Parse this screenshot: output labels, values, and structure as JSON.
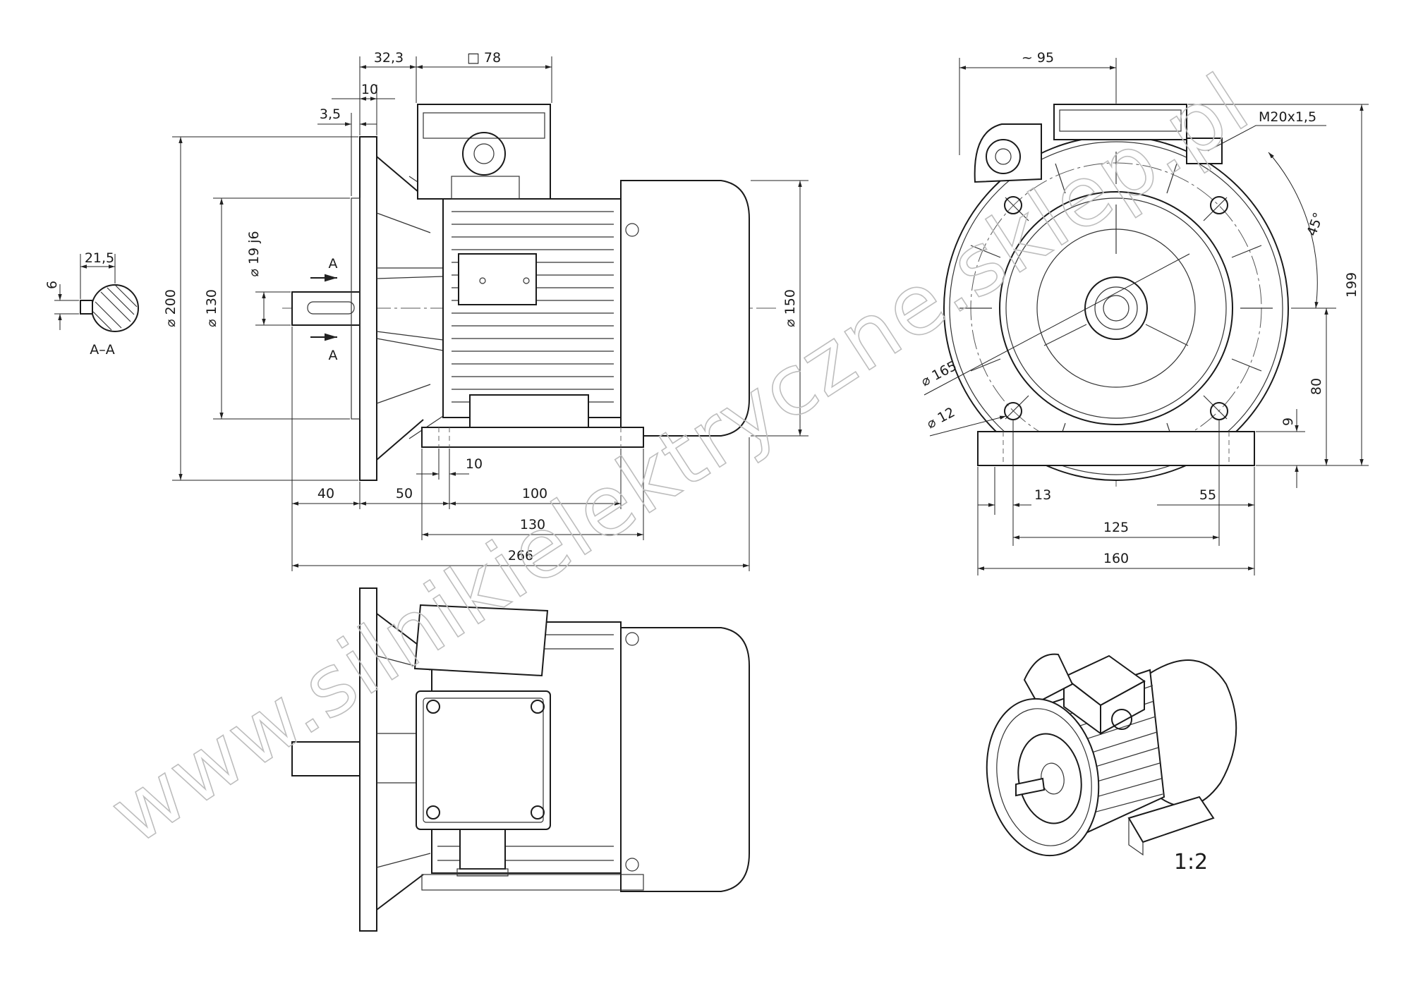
{
  "watermark": "www.silnikielektryczne.sklep.pl",
  "section": {
    "label": "A–A",
    "cut_mark": "A",
    "key_height": "6",
    "shaft_height": "21,5"
  },
  "side_view": {
    "flange_width": "3,5",
    "flange_offset": "10",
    "box_offset": "32,3",
    "box_size": "□ 78",
    "flange_dia": "⌀ 200",
    "spigot_dia": "⌀ 130",
    "shaft_dia": "⌀ 19 j6",
    "body_dia": "⌀ 150",
    "foot_gap": "10",
    "shaft_len": "40",
    "flange_to_foot": "50",
    "foot_holes": "100",
    "foot_len": "130",
    "total_len": "266"
  },
  "front_view": {
    "box_width": "~ 95",
    "gland": "M20x1,5",
    "angle": "45°",
    "total_height": "199",
    "shaft_height": "80",
    "foot_thickness": "9",
    "pcd": "⌀ 165",
    "hole_dia": "⌀ 12",
    "foot_edge": "13",
    "foot_half": "55",
    "holes_span": "125",
    "foot_width": "160"
  },
  "iso_view": {
    "scale": "1:2"
  }
}
